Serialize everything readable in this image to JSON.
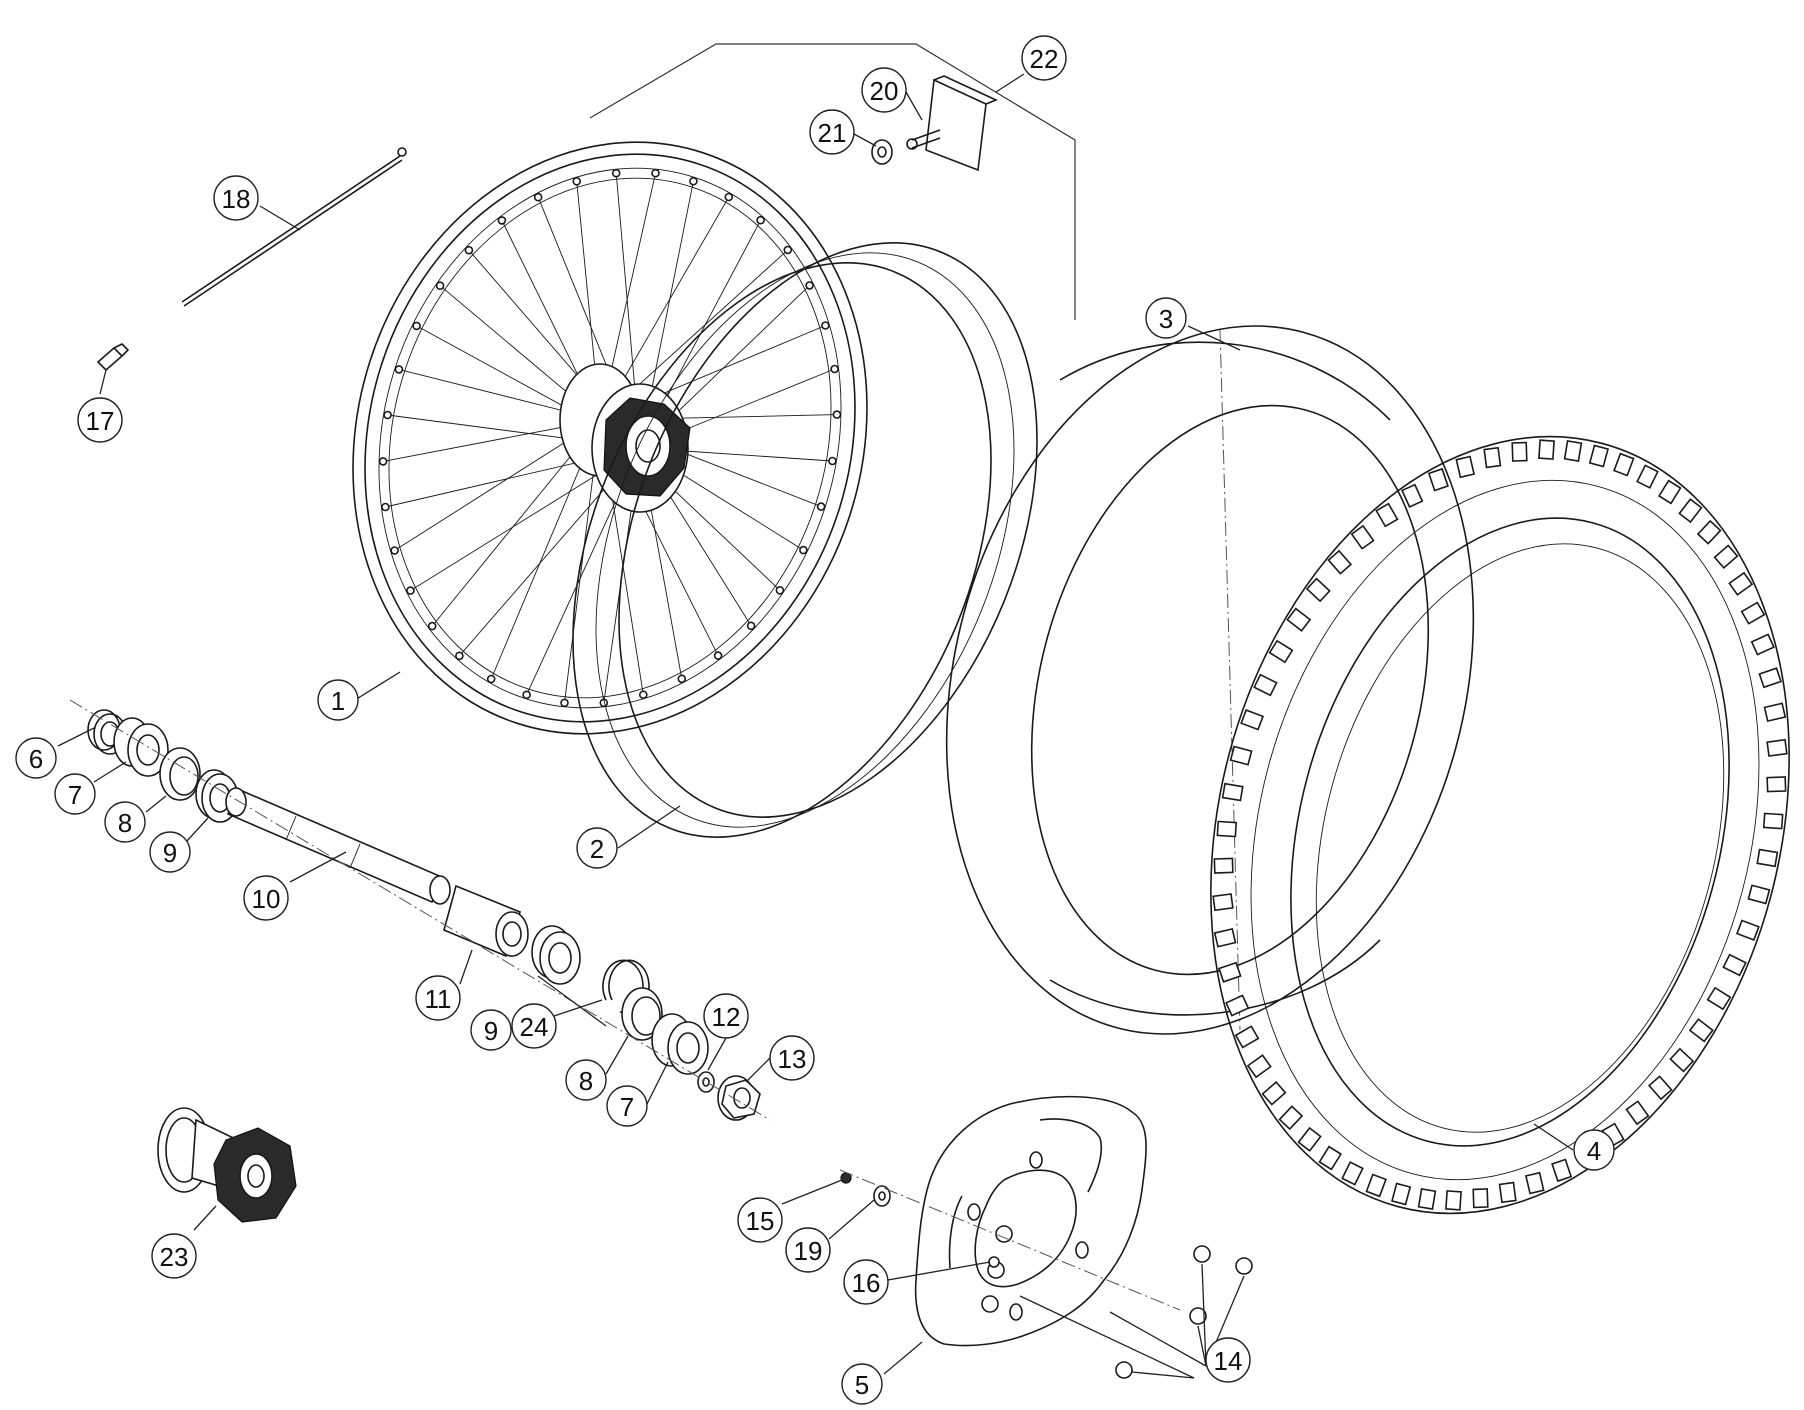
{
  "diagram": {
    "callouts": [
      {
        "id": "1",
        "label": "1"
      },
      {
        "id": "2",
        "label": "2"
      },
      {
        "id": "3",
        "label": "3"
      },
      {
        "id": "4",
        "label": "4"
      },
      {
        "id": "5",
        "label": "5"
      },
      {
        "id": "6",
        "label": "6"
      },
      {
        "id": "7a",
        "label": "7"
      },
      {
        "id": "7b",
        "label": "7"
      },
      {
        "id": "8a",
        "label": "8"
      },
      {
        "id": "8b",
        "label": "8"
      },
      {
        "id": "9a",
        "label": "9"
      },
      {
        "id": "9b",
        "label": "9"
      },
      {
        "id": "10",
        "label": "10"
      },
      {
        "id": "11",
        "label": "11"
      },
      {
        "id": "12",
        "label": "12"
      },
      {
        "id": "13",
        "label": "13"
      },
      {
        "id": "14a",
        "label": "14"
      },
      {
        "id": "14b",
        "label": "14"
      },
      {
        "id": "15",
        "label": "15"
      },
      {
        "id": "16",
        "label": "16"
      },
      {
        "id": "17",
        "label": "17"
      },
      {
        "id": "18",
        "label": "18"
      },
      {
        "id": "19",
        "label": "19"
      },
      {
        "id": "20",
        "label": "20"
      },
      {
        "id": "21",
        "label": "21"
      },
      {
        "id": "22",
        "label": "22"
      },
      {
        "id": "23",
        "label": "23"
      },
      {
        "id": "24",
        "label": "24"
      }
    ]
  }
}
